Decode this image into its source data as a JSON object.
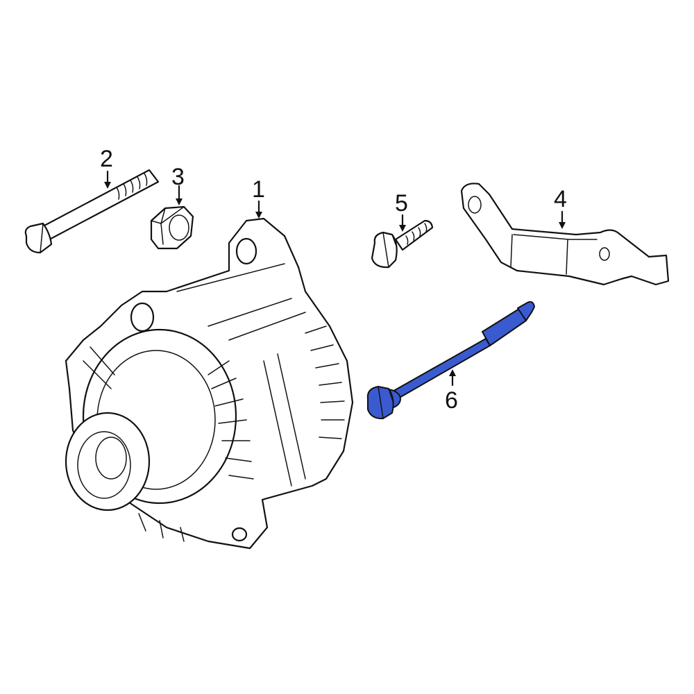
{
  "diagram": {
    "type": "exploded-parts-diagram",
    "subject": "Alternator & mounting hardware",
    "highlight_color": "#3a5bd0",
    "line_color": "#111111",
    "background": "#ffffff"
  },
  "parts": [
    {
      "callout": "1",
      "name": "alternator",
      "highlighted": false
    },
    {
      "callout": "2",
      "name": "long bolt",
      "highlighted": false
    },
    {
      "callout": "3",
      "name": "hex nut",
      "highlighted": false
    },
    {
      "callout": "4",
      "name": "bracket",
      "highlighted": false
    },
    {
      "callout": "5",
      "name": "flange bolt",
      "highlighted": false
    },
    {
      "callout": "6",
      "name": "through bolt",
      "highlighted": true
    }
  ]
}
